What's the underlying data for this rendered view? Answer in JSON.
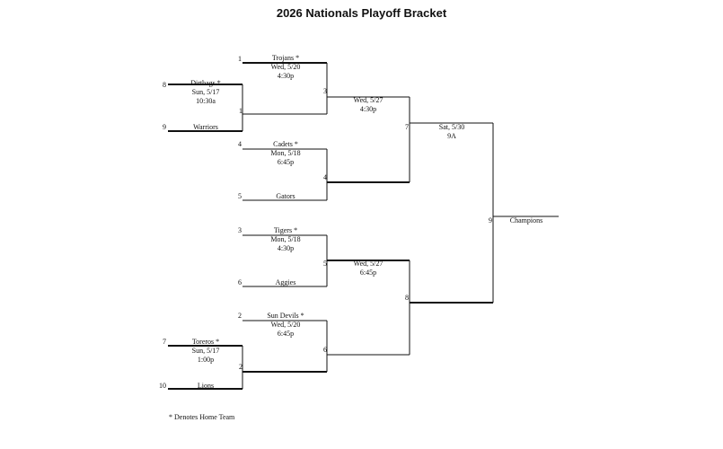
{
  "title": "2026 Nationals Playoff Bracket",
  "footnote": "* Denotes Home Team",
  "games": [
    {
      "id": "g1",
      "top_seed": "8",
      "top_team": "Dirtbags *",
      "bottom_seed": "9",
      "bottom_team": "Warriors",
      "date": "Sun, 5/17",
      "time": "10:30a",
      "winner_seed": "1"
    },
    {
      "id": "g2",
      "top_seed": "7",
      "top_team": "Toreros *",
      "bottom_seed": "10",
      "bottom_team": "Lions",
      "date": "Sun, 5/17",
      "time": "1:00p",
      "winner_seed": "2"
    },
    {
      "id": "g3",
      "top_seed": "1",
      "top_team": "Trojans *",
      "date": "Wed, 5/20",
      "time": "4:30p",
      "winner_seed": "3"
    },
    {
      "id": "g4",
      "top_seed": "4",
      "top_team": "Cadets *",
      "bottom_seed": "5",
      "bottom_team": "Gators",
      "date": "Mon, 5/18",
      "time": "6:45p",
      "winner_seed": "4"
    },
    {
      "id": "g5",
      "top_seed": "3",
      "top_team": "Tigers *",
      "bottom_seed": "6",
      "bottom_team": "Aggies",
      "date": "Mon, 5/18",
      "time": "4:30p",
      "winner_seed": "5"
    },
    {
      "id": "g6",
      "top_seed": "2",
      "top_team": "Sun Devils *",
      "date": "Wed, 5/20",
      "time": "6:45p",
      "winner_seed": "6"
    },
    {
      "id": "g7",
      "date": "Wed, 5/27",
      "time": "4:30p",
      "winner_seed": "7"
    },
    {
      "id": "g8",
      "date": "Wed, 5/27",
      "time": "6:45p",
      "winner_seed": "8"
    },
    {
      "id": "g9",
      "date": "Sat, 5/30",
      "time": "9A",
      "winner_seed": "9"
    }
  ],
  "champion_label": "Champions"
}
